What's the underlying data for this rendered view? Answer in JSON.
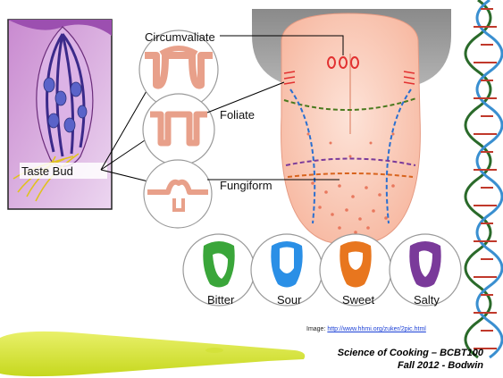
{
  "labels": {
    "circumvaliate": "Circumvaliate",
    "foliate": "Foliate",
    "fungiform": "Fungiform",
    "taste_bud": "Taste Bud"
  },
  "tastes": [
    {
      "label": "Bitter",
      "color": "#3aa63a"
    },
    {
      "label": "Sour",
      "color": "#2a8fe6"
    },
    {
      "label": "Sweet",
      "color": "#e8761e"
    },
    {
      "label": "Salty",
      "color": "#7a3a9a"
    }
  ],
  "credit": {
    "prefix": "Image: ",
    "link": "http://www.hhmi.org/zuker/2pic.html"
  },
  "footer": {
    "line1": "Science of Cooking – BCBT100",
    "line2": "Fall 2012 - Bodwin"
  }
}
